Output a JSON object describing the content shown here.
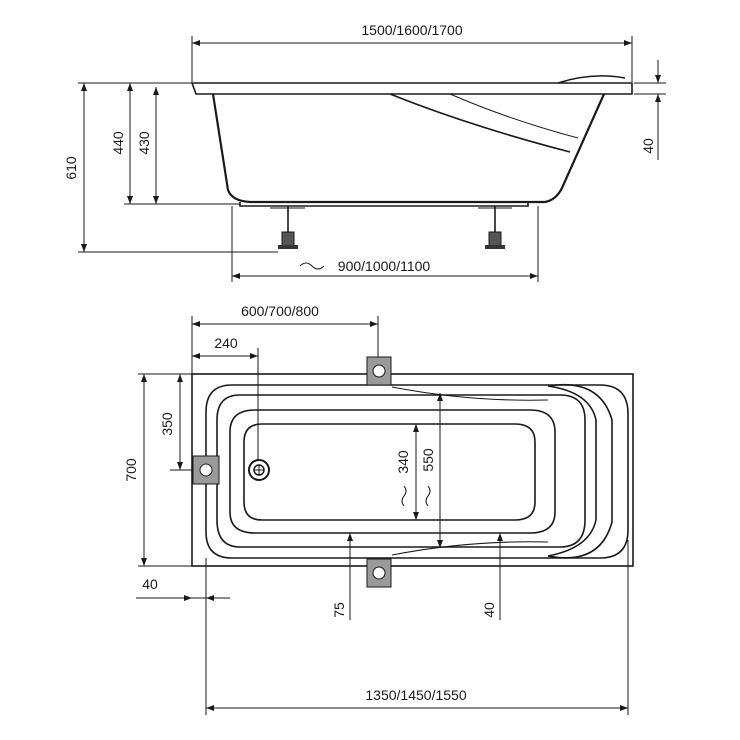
{
  "side_view": {
    "overall_length": "1500/1600/1700",
    "total_height": "610",
    "height_a": "440",
    "height_b": "430",
    "rim_thickness": "40",
    "leg_spacing": "900/1000/1100",
    "approx_symbol": "~"
  },
  "top_view": {
    "drain_offset": "600/700/800",
    "drain_from_end": "240",
    "half_width": "350",
    "overall_width": "700",
    "inner_width": "340",
    "outer_basin_width": "550",
    "edge_offset_left": "40",
    "foot_inset": "75",
    "edge_offset_bottom": "40",
    "inner_length": "1350/1450/1550"
  },
  "colors": {
    "line": "#1a1a1a",
    "bracket_fill": "#9a9a9a",
    "background": "#ffffff"
  }
}
